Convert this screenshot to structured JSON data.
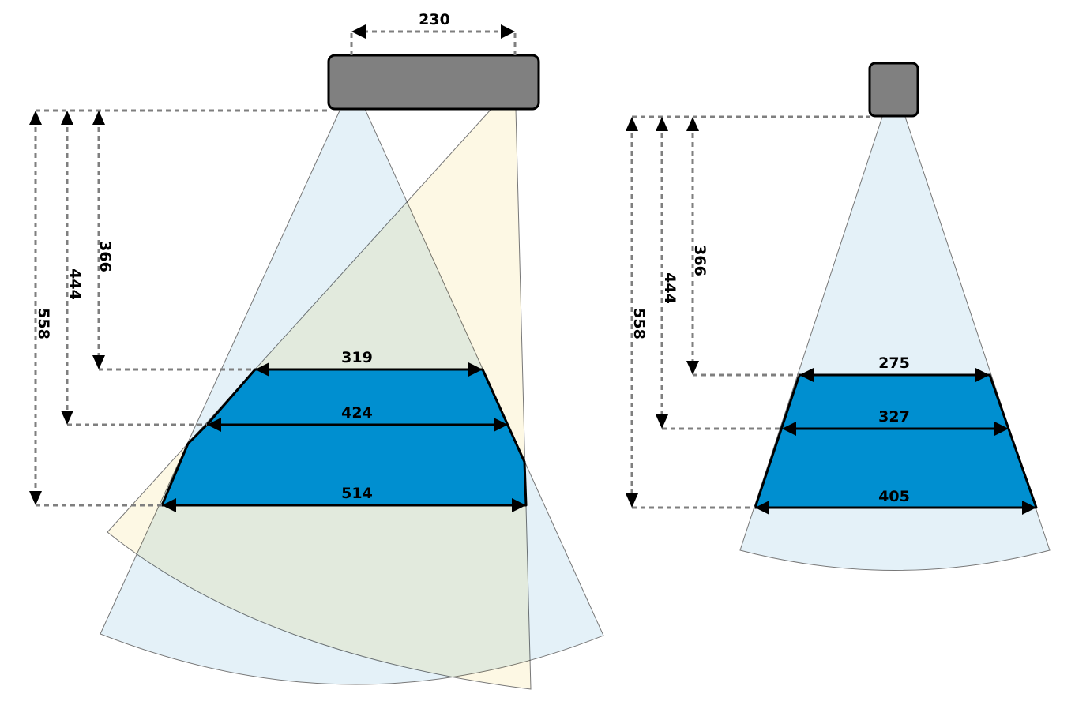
{
  "colors": {
    "zone": "#008fd0",
    "cone_blue": "#e4f1f8",
    "cone_yellow": "#fdf8e4",
    "sensor": "#808080"
  },
  "left_diagram": {
    "sensor_spacing": "230",
    "depths": [
      "366",
      "444",
      "558"
    ],
    "widths": [
      "319",
      "424",
      "514"
    ]
  },
  "right_diagram": {
    "depths": [
      "366",
      "444",
      "558"
    ],
    "widths": [
      "275",
      "327",
      "405"
    ]
  }
}
